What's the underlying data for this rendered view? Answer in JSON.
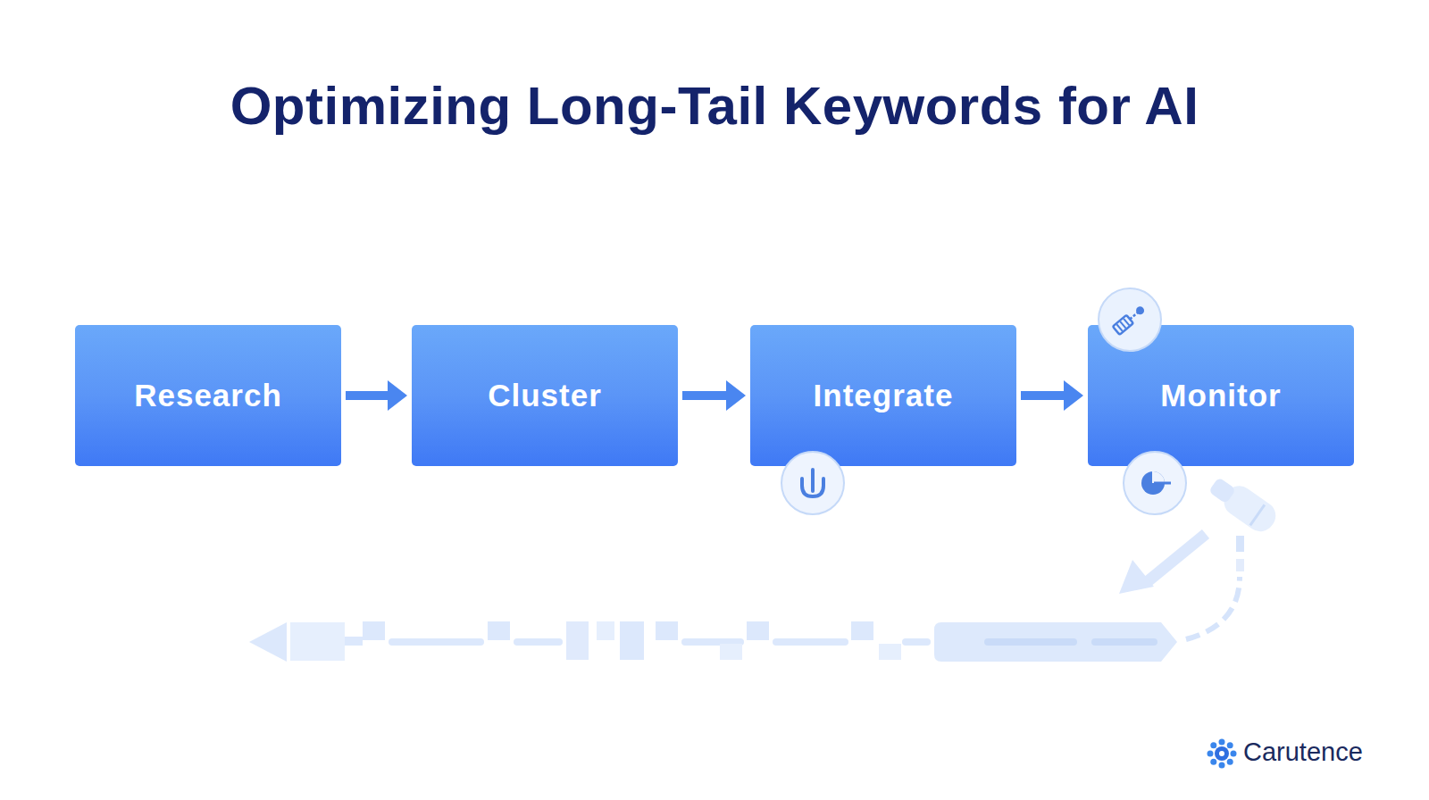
{
  "diagram": {
    "title": "Optimizing Long-Tail Keywords for AI",
    "nodes": [
      {
        "text": [
          "Research"
        ]
      },
      {
        "text": [
          "Cluster"
        ]
      },
      {
        "text": [
          "Integrate"
        ]
      },
      {
        "text": [
          "Monitor"
        ]
      }
    ],
    "edges": [
      {
        "from": 0,
        "to": 1,
        "arrow": "to"
      },
      {
        "from": 1,
        "to": 2,
        "arrow": "to"
      },
      {
        "from": 2,
        "to": 3,
        "arrow": "to"
      }
    ],
    "labels": [
      "Carutence"
    ]
  }
}
